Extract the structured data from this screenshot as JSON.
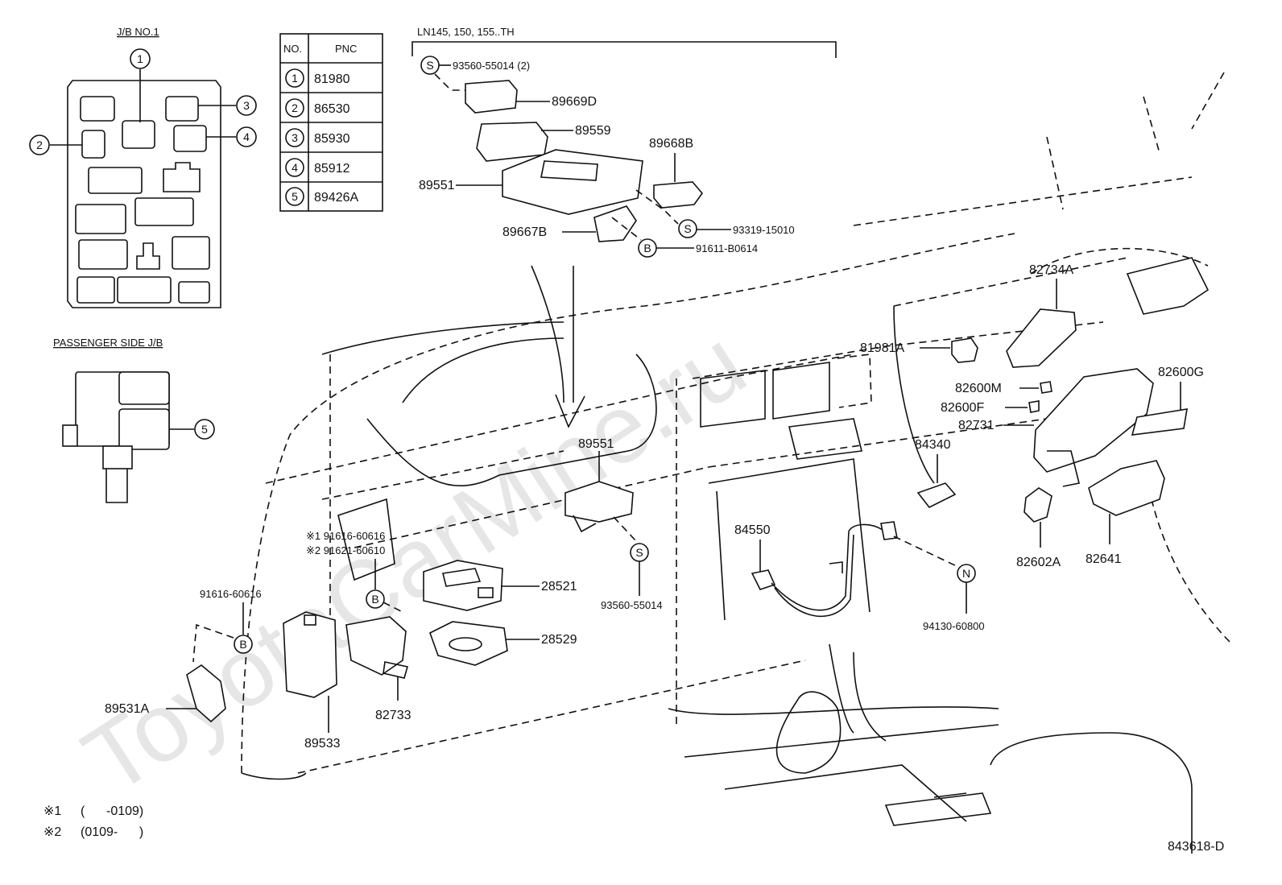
{
  "watermark": "ToyotaCarMine.ru",
  "jb_no1": {
    "title": "J/B NO.1"
  },
  "passenger_jb": {
    "title": "PASSENGER SIDE J/B"
  },
  "pnc_table": {
    "headers": [
      "NO.",
      "PNC"
    ],
    "rows": [
      {
        "no": "1",
        "pnc": "81980"
      },
      {
        "no": "2",
        "pnc": "86530"
      },
      {
        "no": "3",
        "pnc": "85930"
      },
      {
        "no": "4",
        "pnc": "85912"
      },
      {
        "no": "5",
        "pnc": "89426A"
      }
    ]
  },
  "model_header": "LN145, 150, 155..TH",
  "inset_labels": {
    "s1": "S",
    "s1_part": "93560-55014 (2)",
    "p89669d": "89669D",
    "p89559": "89559",
    "p89668b": "89668B",
    "p89551": "89551",
    "s2": "S",
    "s2_part": "93319-15010",
    "p89667b": "89667B",
    "b1": "B",
    "b1_part": "91611-B0614"
  },
  "main_labels": {
    "p89551": "89551",
    "s3": "S",
    "s3_part": "93560-55014",
    "p28521": "28521",
    "p28529": "28529",
    "note1_part": "※1 91616-60616",
    "note2_part": "※2 91621-60610",
    "b2": "B",
    "p91616": "91616-60616",
    "b3": "B",
    "p89531a": "89531A",
    "p89533": "89533",
    "p82733": "82733",
    "p84550": "84550",
    "p84340": "84340",
    "n1": "N",
    "p94130": "94130-60800",
    "p82734a": "82734A",
    "p81981a": "81981A",
    "p82600m": "82600M",
    "p82600f": "82600F",
    "p82731": "82731",
    "p82600g": "82600G",
    "p82602a": "82602A",
    "p82641": "82641"
  },
  "footnotes": [
    {
      "mark": "※1",
      "range": "(      -0109)"
    },
    {
      "mark": "※2",
      "range": "(0109-      )"
    }
  ],
  "drawing_code": "843618-D"
}
